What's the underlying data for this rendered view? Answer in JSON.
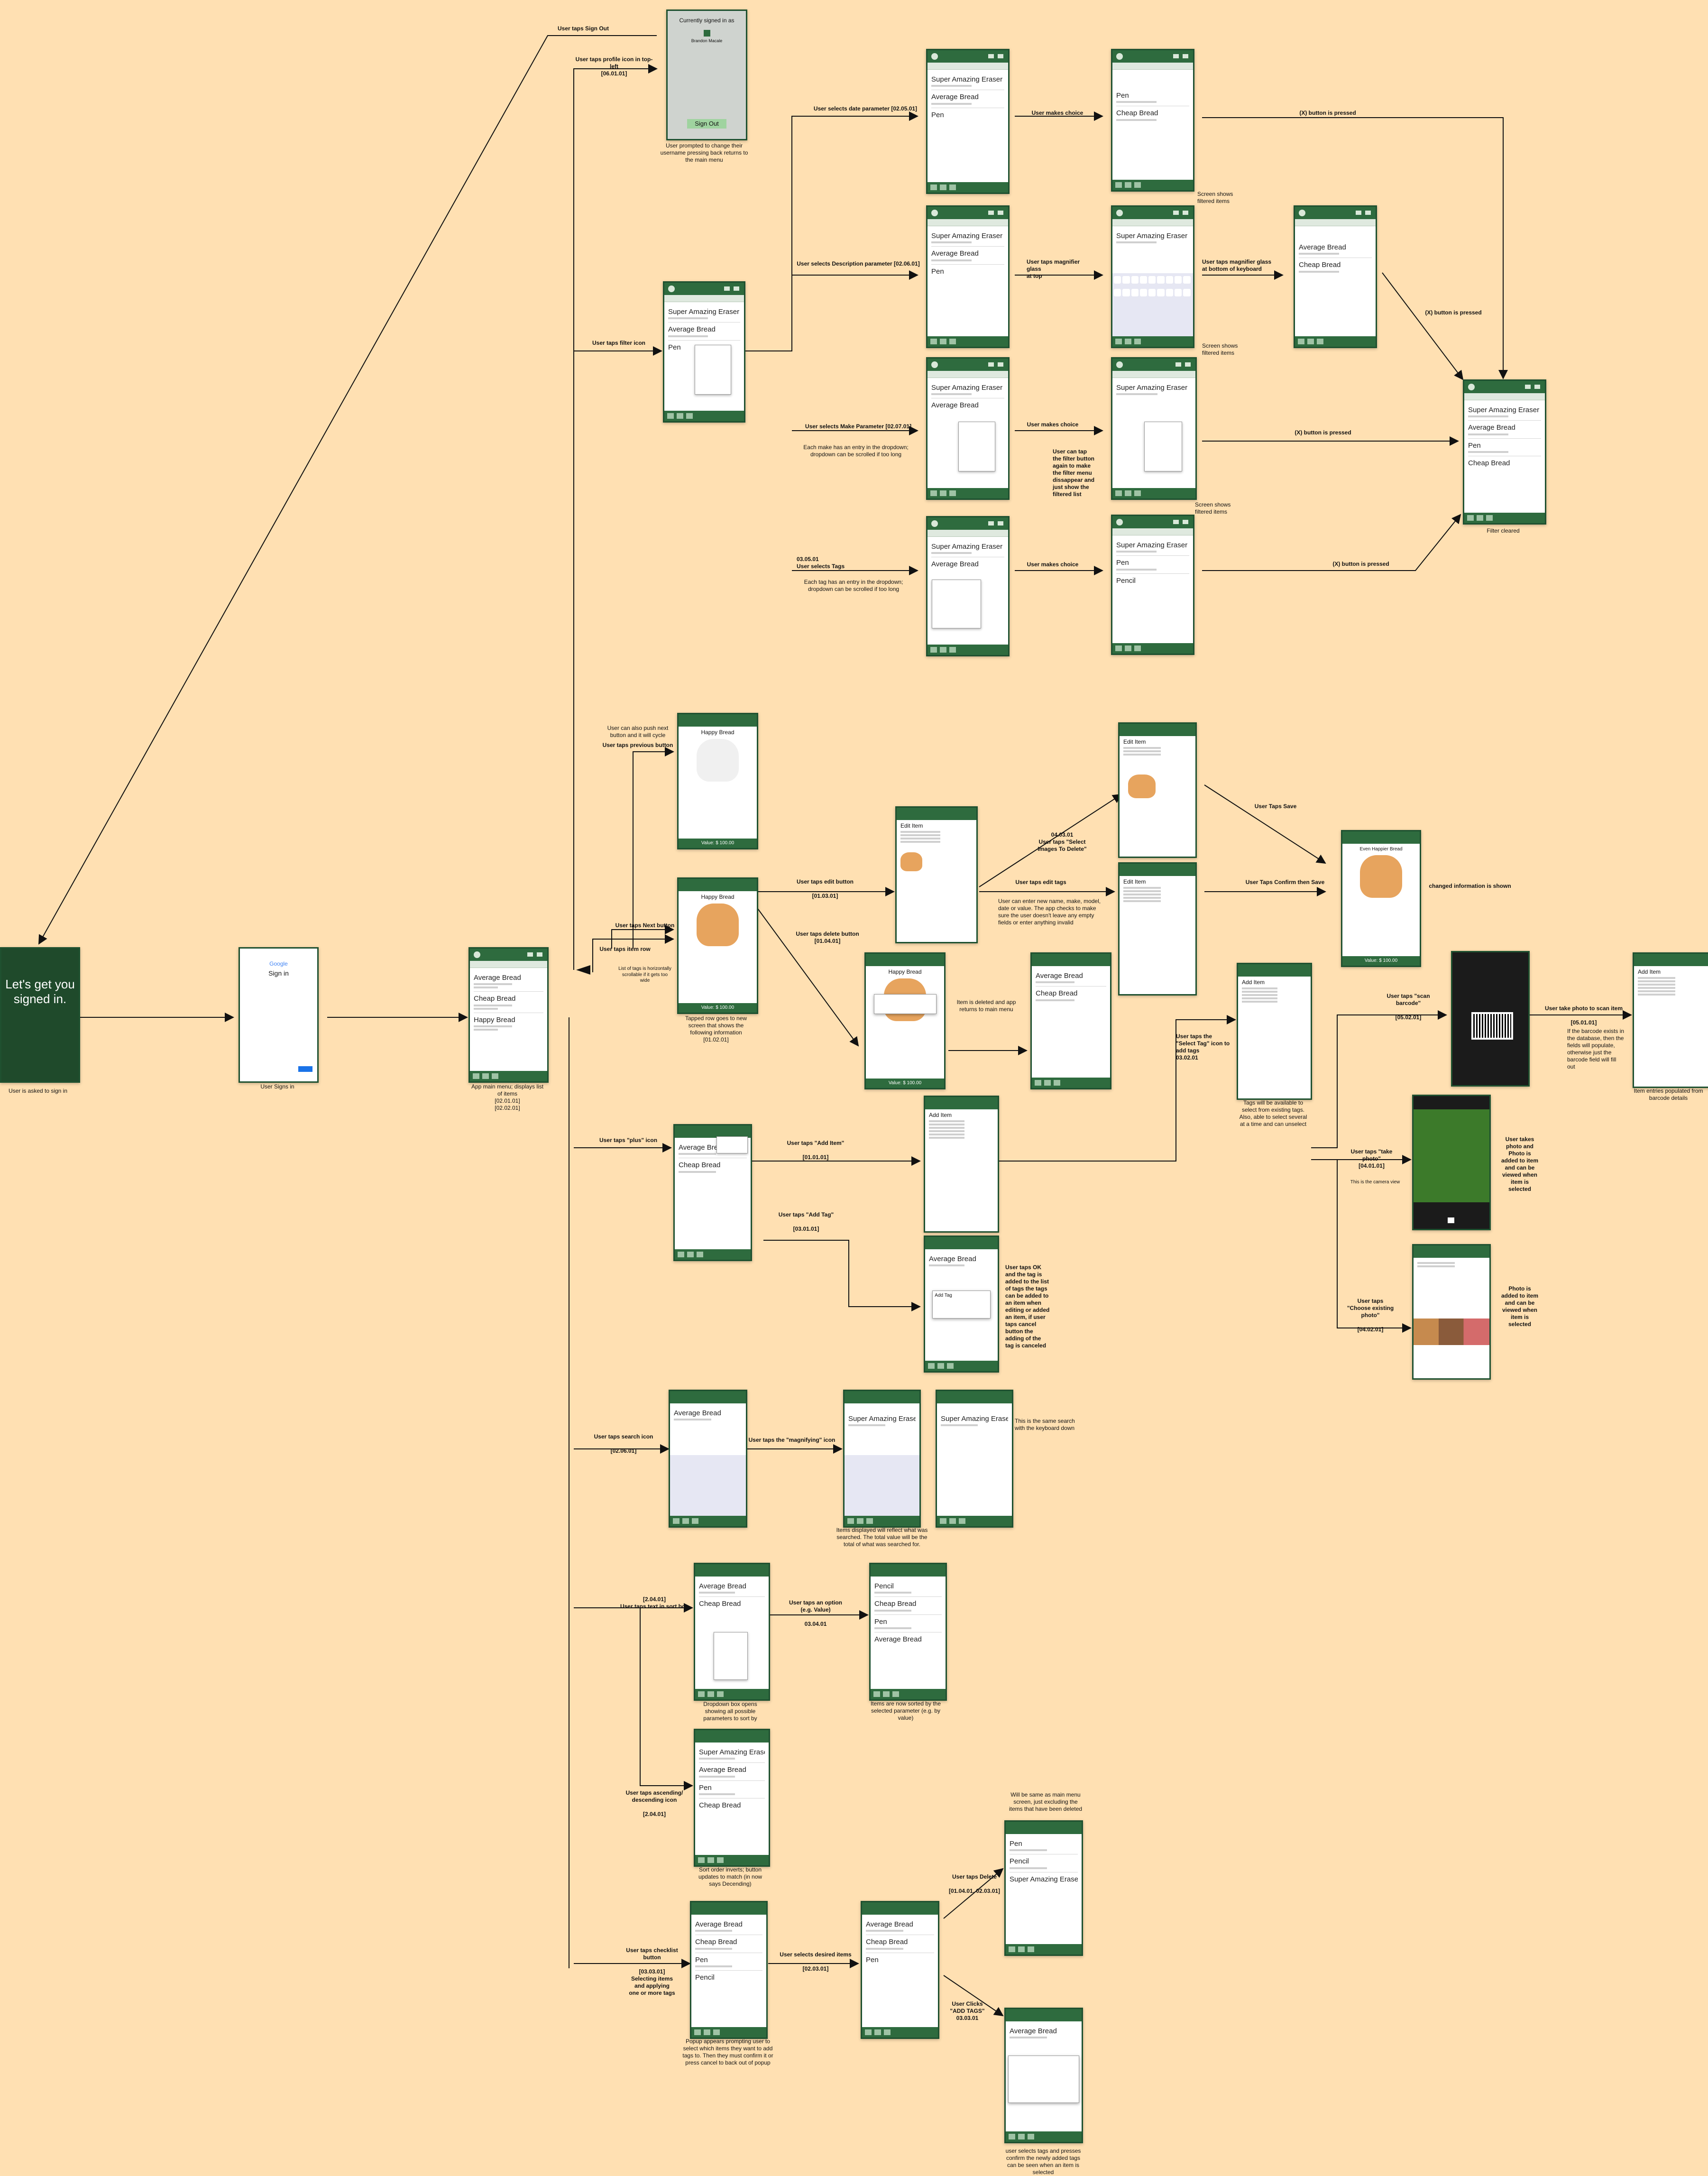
{
  "screens": {
    "signin_prompt": {
      "line1": "Let's get you",
      "line2": "signed in."
    },
    "google_signin": {
      "brand": "Google",
      "title": "Sign in"
    },
    "signout": {
      "header": "Currently signed in as",
      "name": "Brandon Macale",
      "button": "Sign Out"
    },
    "main_list": {
      "items": [
        "Average Bread",
        "Cheap Bread",
        "Happy Bread"
      ]
    },
    "filter_list": {
      "items": [
        "Super Amazing Eraser",
        "Average Bread",
        "Pen"
      ]
    },
    "date_param": {
      "items": [
        "Super Amazing Eraser",
        "Average Bread",
        "Pen"
      ]
    },
    "date_choice": {
      "items": [
        "Pen",
        "Cheap Bread"
      ]
    },
    "desc_param": {
      "items": [
        "Super Amazing Eraser",
        "Average Bread",
        "Pen"
      ]
    },
    "desc_kbd": {
      "items": [
        "Super Amazing Eraser"
      ]
    },
    "desc_result": {
      "items": [
        "Average Bread",
        "Cheap Bread"
      ]
    },
    "filter_cleared": {
      "items": [
        "Super Amazing Eraser",
        "Average Bread",
        "Pen",
        "Cheap Bread"
      ]
    },
    "make_param": {
      "items": [
        "Super Amazing Eraser",
        "Average Bread"
      ]
    },
    "make_choice": {
      "items": [
        "Super Amazing Eraser"
      ]
    },
    "tags_param": {
      "items": [
        "Super Amazing Eraser",
        "Average Bread"
      ]
    },
    "tags_choice": {
      "items": [
        "Super Amazing Eraser",
        "Pen",
        "Pencil"
      ]
    },
    "detail1": {
      "title": "Happy Bread",
      "value": "Value: $ 100.00"
    },
    "detail2": {
      "title": "Happy Bread",
      "value": "Value: $ 100.00"
    },
    "delete_confirm": {
      "title": "Happy Bread",
      "value": "Value: $ 100.00"
    },
    "deleted_list": {
      "items": [
        "Average Bread",
        "Cheap Bread"
      ]
    },
    "edit_item": {
      "title": "Edit Item"
    },
    "edit_images": {
      "title": "Edit Item"
    },
    "edit_tags": {
      "title": "Edit Item"
    },
    "edited_detail": {
      "title": "Even Happier Bread",
      "value": "Value: $ 100.00"
    },
    "add_list": {
      "items": [
        "Average Bread",
        "Cheap Bread"
      ]
    },
    "add_item_form": {
      "title": "Add Item"
    },
    "add_tag_list": {
      "items": [
        "Average Bread"
      ],
      "dialog": "Add Tag"
    },
    "select_tags": {
      "title": "Add Item"
    },
    "search_list": {
      "items": [
        "Average Bread"
      ]
    },
    "search_typing": {
      "items": [
        "Super Amazing Eraser"
      ]
    },
    "search_kbd_down": {
      "items": [
        "Super Amazing Eraser"
      ]
    },
    "sort_dropdown": {
      "items": [
        "Average Bread",
        "Cheap Bread"
      ]
    },
    "sorted_value": {
      "items": [
        "Pencil",
        "Cheap Bread",
        "Pen",
        "Average Bread"
      ]
    },
    "sort_desc": {
      "items": [
        "Super Amazing Eraser",
        "Average Bread",
        "Pen",
        "Cheap Bread"
      ]
    },
    "checklist": {
      "items": [
        "Average Bread",
        "Cheap Bread",
        "Pen",
        "Pencil"
      ]
    },
    "checklist_selected": {
      "items": [
        "Average Bread",
        "Cheap Bread",
        "Pen"
      ]
    },
    "after_delete": {
      "items": [
        "Pen",
        "Pencil",
        "Super Amazing Eraser"
      ]
    },
    "add_tags_popup": {
      "items": [
        "Average Bread"
      ]
    },
    "scan_form": {
      "title": "Add Item"
    },
    "camera_photo": {},
    "choose_photo": {},
    "barcode_camera": {}
  },
  "labels": {
    "sign_out": "User taps Sign Out",
    "profile_icon": "User taps profile icon in top-left\n[06.01.01]",
    "filter_icon": "User taps filter icon",
    "date_param": "User selects date parameter [02.05.01]",
    "makes_choice_1": "User makes choice",
    "x_pressed_1": "(X) button is pressed",
    "desc_param": "User selects Description parameter [02.06.01]",
    "magnifier_top": "User taps magnifier glass\nat top",
    "magnifier_bottom": "User taps magnifier glass\nat bottom of keyboard",
    "x_pressed_2": "(X) button is pressed",
    "make_param": "User selects Make Parameter [02.07.01]",
    "makes_choice_2": "User makes choice",
    "x_pressed_3": "(X) button is pressed",
    "tags_param": "03.05.01\nUser selects Tags",
    "makes_choice_3": "User makes choice",
    "x_pressed_4": "(X) button is pressed",
    "previous": "User taps previous button",
    "next": "User taps Next button",
    "item_row": "User taps item row",
    "edit_button": "User taps edit button\n\n[01.03.01]",
    "delete_button": "User taps delete button\n[01.04.01]",
    "select_images": "04.03.01\nUser taps \"Select\nImages To Delete\"",
    "edit_tags": "User taps edit tags",
    "taps_save": "User Taps Save",
    "confirm_save": "User Taps Confirm then Save",
    "changed_info": "changed information is shown",
    "plus_icon": "User taps \"plus\" icon",
    "add_item": "User taps \"Add Item\"\n\n[01.01.01]",
    "add_tag": "User taps \"Add Tag\"\n\n[03.01.01]",
    "select_tag_icon": "User taps the\n\"Select Tag\" icon to\nadd tags\n03.02.01",
    "scan_barcode": "User taps \"scan\nbarcode\"\n\n[05.02.01]",
    "take_photo": "User taps \"take\nphoto\"\n[04.01.01]",
    "choose_photo": "User taps\n\"Choose existing\nphoto\"\n\n[04.02.01]",
    "scan_item": "User take photo to scan item\n\n[05.01.01]",
    "search_icon": "User taps search icon\n\n[02.06.01]",
    "magnifying_icon": "User taps the \"magnifying\" icon",
    "sort_text": "[2.04.01]\nUser taps text in sort box",
    "sort_option": "User taps an option\n(e.g. Value)\n\n03.04.01",
    "ascending_icon": "User taps ascending/\ndescending icon\n\n[2.04.01]",
    "checklist_button": "User taps checklist\nbutton\n\n[03.03.01]\nSelecting items\nand applying\none or more tags",
    "desired_items": "User selects desired items\n\n[02.03.01]",
    "taps_delete": "User taps Delete\n\n[01.04.01, 02.03.01]",
    "add_tags_click": "User Clicks\n\"ADD TAGS\"\n03.03.01"
  },
  "notes": {
    "prompt_username": "User prompted to change their\nusername pressing back returns to\nthe main menu",
    "filtered_1": "Screen shows\nfiltered items",
    "filtered_2": "Screen shows\nfiltered items",
    "filtered_3": "Screen shows\nfiltered items",
    "filter_again": "User can tap\nthe filter button\nagain to make\nthe filter menu\ndissappear and\njust show the\nfiltered list",
    "make_dropdown": "Each make has an entry in the dropdown;\ndropdown can be scrolled if too long",
    "tag_dropdown": "Each tag has an entry in the dropdown;\ndropdown can be scrolled if too long",
    "filter_cleared": "Filter cleared",
    "push_next": "User can also push next\nbutton and it will cycle",
    "tags_scroll": "List of tags is horizontally\nscrollable if it gets too\nwide",
    "tapped_row": "Tapped row goes to new\nscreen that shows the\nfollowing information\n[01.02.01]",
    "deleted_returns": "Item is deleted and app\nreturns to main menu",
    "edit_fields": "User can enter new name, make, model,\ndate or value. The app checks to make\nsure the user doesn't leave any empty\nfields or enter anything invalid",
    "tags_available": "Tags will be available to\nselect from existing tags.\nAlso, able to select several\nat a time and can unselect",
    "tag_ok": "User taps OK\nand the tag is\nadded to the list\nof tags the tags\ncan be added to\nan item when\nediting or added\nan item, if user\ntaps cancel\nbutton the\nadding of the\ntag is canceled",
    "camera_view": "This is the camera view",
    "photo_added_1": "User takes\nphoto and\nPhoto is\nadded to item\nand can be\nviewed when\nitem is\nselected",
    "photo_added_2": "Photo is\nadded to item\nand can be\nviewed when\nitem is\nselected",
    "barcode_exists": "If the barcode exists in\nthe database, then the\nfields will populate,\notherwise just the\nbarcode field will fill\nout",
    "entries_populated": "Item entries populated from\nbarcode details",
    "same_search": "This is the same search\nwith the keyboard down",
    "search_reflect": "Items displayed will reflect what was\nsearched. The total value will be the\ntotal of what was searched for.",
    "sort_dropdown": "Dropdown box opens\nshowing all possible\nparameters to sort by",
    "sorted_value": "Items are now sorted by the\nselected parameter (e.g. by\nvalue)",
    "sort_inverts": "Sort order inverts; button\nupdates to match (in now\nsays Decending)",
    "popup_tags": "Popup appears prompting user to\nselect which items they want to add\ntags to. Then they must confirm it or\npress cancel to back out of popup",
    "same_as_main": "Will be same as main menu\nscreen, just excluding the\nitems that have been deleted",
    "tags_confirm": "user selects tags and presses\nconfirm the newly added tags\ncan be seen when an item is\nselected",
    "asked_sign_in": "User is asked to sign in",
    "user_signs_in": "User Signs in",
    "app_main": "App main menu; displays list\nof items\n[02.01.01]\n[02.02.01]"
  }
}
